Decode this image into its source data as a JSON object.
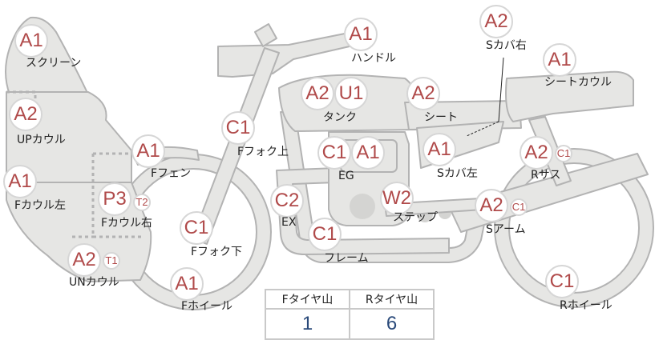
{
  "colors": {
    "part_fill": "#e6e6e4",
    "part_stroke": "#b3b3b3",
    "grade_text": "#b04a4a",
    "table_value": "#2a4a7a"
  },
  "parts": [
    {
      "id": "screen",
      "label": "スクリーン",
      "grades": [
        "A1"
      ]
    },
    {
      "id": "up-cowl",
      "label": "UPカウル",
      "grades": [
        "A2"
      ]
    },
    {
      "id": "f-cowl-left",
      "label": "Fカウル左",
      "grades": [
        "A1"
      ]
    },
    {
      "id": "f-fender",
      "label": "Fフェン",
      "grades": [
        "A1"
      ]
    },
    {
      "id": "f-cowl-right",
      "label": "Fカウル右",
      "grades": [
        "P3",
        "T2"
      ]
    },
    {
      "id": "un-cowl",
      "label": "UNカウル",
      "grades": [
        "A2",
        "T1"
      ]
    },
    {
      "id": "f-wheel",
      "label": "Fホイール",
      "grades": [
        "A1"
      ]
    },
    {
      "id": "f-fork-lower",
      "label": "Fフォク下",
      "grades": [
        "C1"
      ]
    },
    {
      "id": "f-fork-upper",
      "label": "Fフォク上",
      "grades": [
        "C1"
      ]
    },
    {
      "id": "handle",
      "label": "ハンドル",
      "grades": [
        "A1"
      ]
    },
    {
      "id": "tank",
      "label": "タンク",
      "grades": [
        "A2",
        "U1"
      ]
    },
    {
      "id": "seat",
      "label": "シート",
      "grades": [
        "A2"
      ]
    },
    {
      "id": "s-cover-right",
      "label": "Sカバ右",
      "grades": [
        "A2"
      ]
    },
    {
      "id": "seat-cowl",
      "label": "シートカウル",
      "grades": [
        "A1"
      ]
    },
    {
      "id": "engine",
      "label": "EG",
      "grades": [
        "C1",
        "A1"
      ]
    },
    {
      "id": "s-cover-left",
      "label": "Sカバ左",
      "grades": [
        "A1"
      ]
    },
    {
      "id": "r-suspension",
      "label": "Rサス",
      "grades": [
        "A2",
        "C1"
      ]
    },
    {
      "id": "exhaust",
      "label": "EX",
      "grades": [
        "C2"
      ]
    },
    {
      "id": "step",
      "label": "ステップ",
      "grades": [
        "W2"
      ]
    },
    {
      "id": "frame",
      "label": "フレーム",
      "grades": [
        "C1"
      ]
    },
    {
      "id": "s-arm",
      "label": "Sアーム",
      "grades": [
        "A2",
        "C1"
      ]
    },
    {
      "id": "r-wheel",
      "label": "Rホイール",
      "grades": [
        "C1"
      ]
    }
  ],
  "tread_table": {
    "headers": [
      "Fタイヤ山",
      "Rタイヤ山"
    ],
    "values": [
      "1",
      "6"
    ]
  }
}
